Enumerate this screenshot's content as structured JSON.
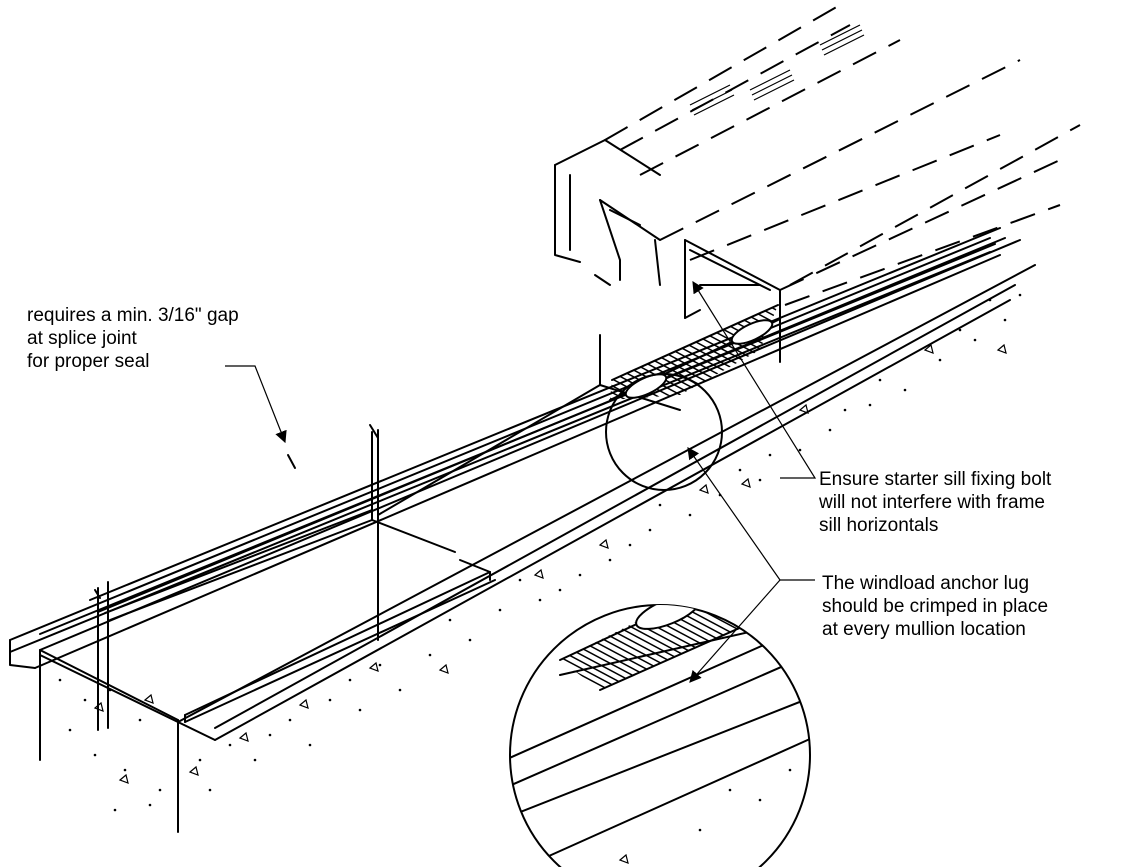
{
  "notes": {
    "gap": {
      "lines": [
        "requires a min. 3/16\" gap",
        "at splice joint",
        "for proper seal"
      ]
    },
    "bolt": {
      "lines": [
        "Ensure starter sill fixing bolt",
        "will not interfere with frame",
        "sill horizontals"
      ]
    },
    "lug": {
      "lines": [
        "The windload anchor lug",
        "should be crimped in place",
        "at every mullion location"
      ]
    }
  }
}
